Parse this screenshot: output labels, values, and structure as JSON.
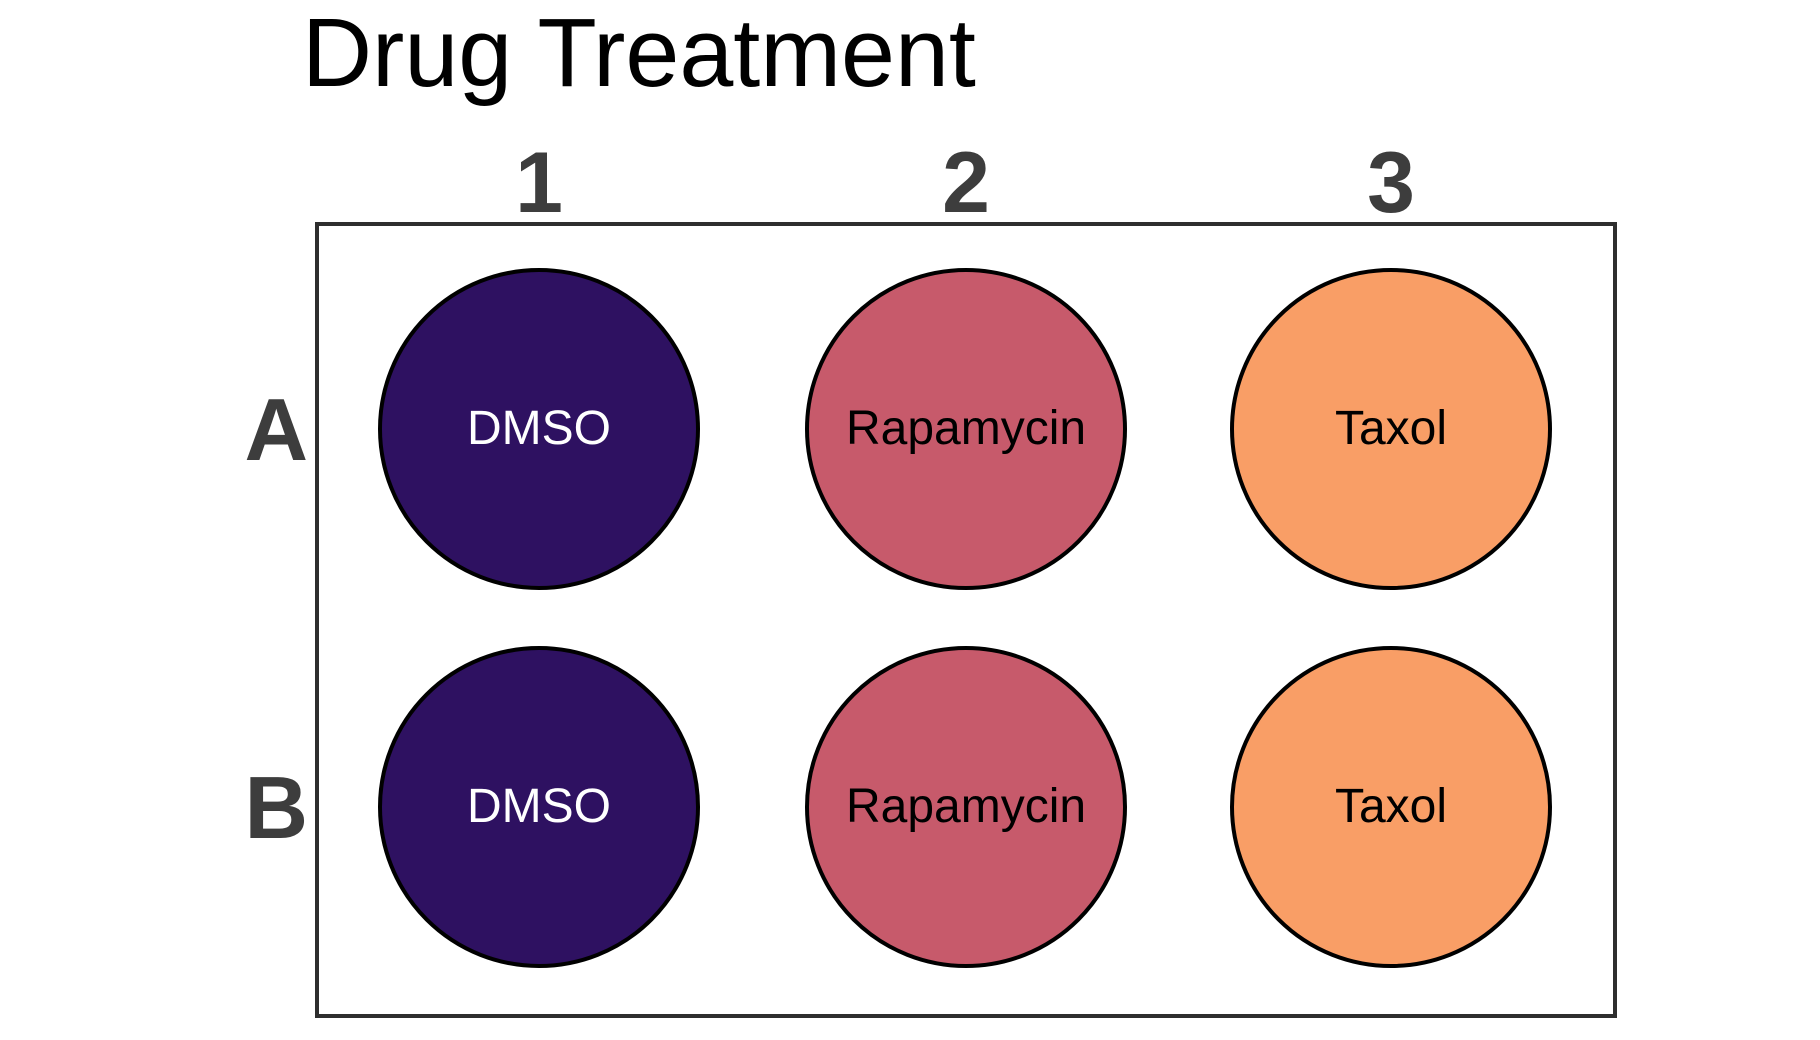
{
  "figure": {
    "title": "Drug Treatment"
  },
  "plate": {
    "column_labels": [
      "1",
      "2",
      "3"
    ],
    "row_labels": [
      "A",
      "B"
    ],
    "wells": [
      {
        "row": "A",
        "column": "1",
        "drug": "DMSO",
        "fill": "#2e1161",
        "text_color": "#ffffff"
      },
      {
        "row": "A",
        "column": "2",
        "drug": "Rapamycin",
        "fill": "#c75a6b",
        "text_color": "#000000"
      },
      {
        "row": "A",
        "column": "3",
        "drug": "Taxol",
        "fill": "#f99e66",
        "text_color": "#000000"
      },
      {
        "row": "B",
        "column": "1",
        "drug": "DMSO",
        "fill": "#2e1161",
        "text_color": "#ffffff"
      },
      {
        "row": "B",
        "column": "2",
        "drug": "Rapamycin",
        "fill": "#c75a6b",
        "text_color": "#000000"
      },
      {
        "row": "B",
        "column": "3",
        "drug": "Taxol",
        "fill": "#f99e66",
        "text_color": "#000000"
      }
    ]
  },
  "colors": {
    "background": "#ffffff",
    "title_color": "#000000",
    "axis_label_color": "#3d3d3d",
    "plate_border": "#2e2e2e",
    "well_border": "#000000",
    "dmso_fill": "#2e1161",
    "rapamycin_fill": "#c75a6b",
    "taxol_fill": "#f99e66"
  }
}
